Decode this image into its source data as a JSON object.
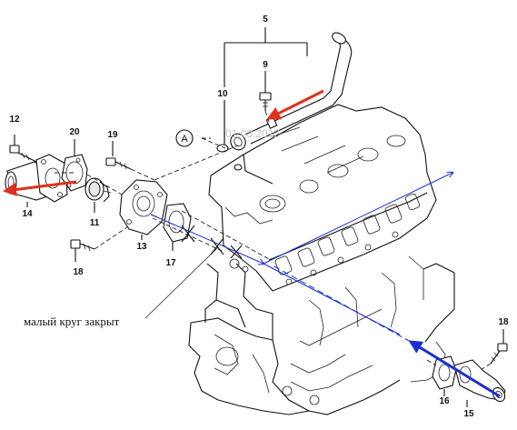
{
  "part_numbers": {
    "p5": "5",
    "p9": "9",
    "p10": "10",
    "p12": "12",
    "p20": "20",
    "p19": "19",
    "p14": "14",
    "p11": "11",
    "p13": "13",
    "p17": "17",
    "p18a": "18",
    "p18b": "18",
    "p16": "16",
    "p15": "15"
  },
  "callout_letter": "A",
  "date_stamp": "01.03.2012",
  "caption": "малый круг закрыт",
  "colors": {
    "arrow_red": "#e0301e",
    "arrow_blue": "#1a2fd0",
    "ink": "#111111",
    "stamp": "#c4c4c4"
  }
}
